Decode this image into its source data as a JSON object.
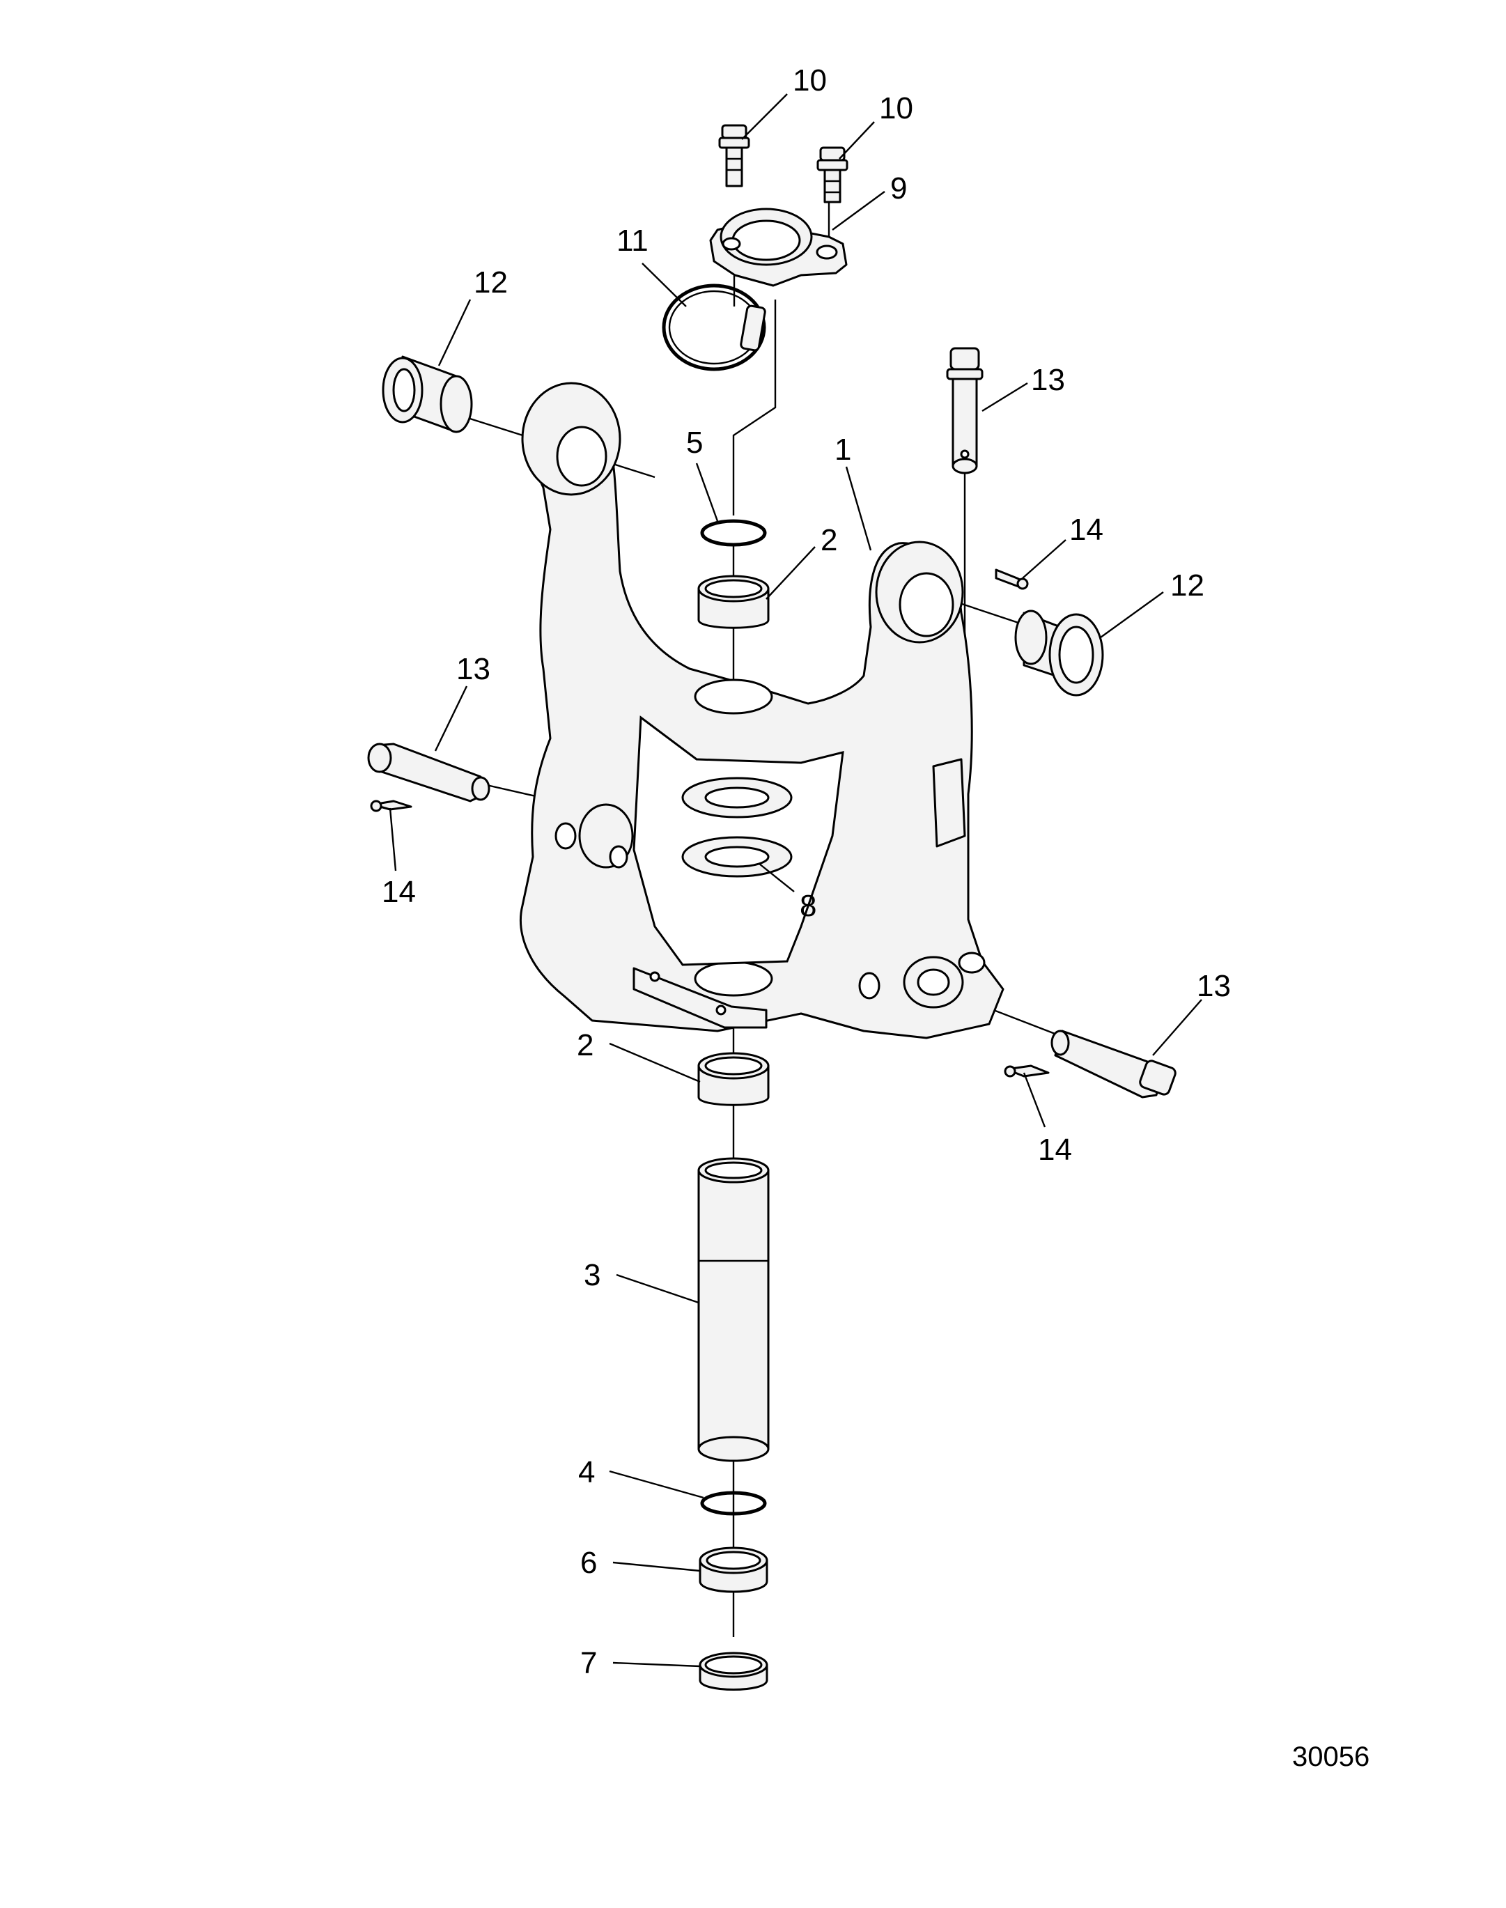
{
  "callouts": {
    "c10a": "10",
    "c10b": "10",
    "c9": "9",
    "c11": "11",
    "c12a": "12",
    "c12b": "12",
    "c13a": "13",
    "c13b": "13",
    "c13c": "13",
    "c5": "5",
    "c1": "1",
    "c2a": "2",
    "c2b": "2",
    "c14a": "14",
    "c14b": "14",
    "c14c": "14",
    "c8": "8",
    "c3": "3",
    "c4": "4",
    "c6": "6",
    "c7": "7"
  },
  "figure_id": "30056",
  "colors": {
    "line": "#000000",
    "part_fill": "#f3f3f3",
    "background": "#ffffff"
  }
}
